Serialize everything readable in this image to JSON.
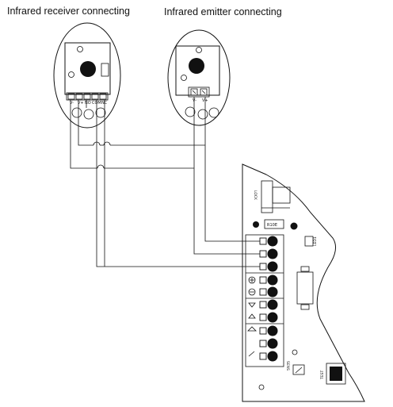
{
  "titles": {
    "receiver": "Infrared receiver connecting",
    "emitter": "Infrared emitter connecting"
  },
  "receiver_terminals": [
    "V-",
    "V+",
    "NO",
    "COM",
    "NC"
  ],
  "emitter_terminals": [
    "V-",
    "V+"
  ],
  "board": {
    "top_label": "LOCK",
    "resistor_label": "R10E",
    "right_labels": [
      "LED1",
      "TEST"
    ],
    "connector_label": "SENS"
  }
}
